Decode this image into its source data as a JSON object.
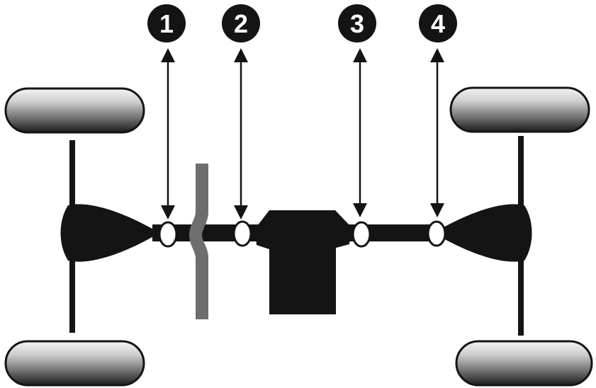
{
  "diagram": {
    "callouts": [
      {
        "number": "1"
      },
      {
        "number": "2"
      },
      {
        "number": "3"
      },
      {
        "number": "4"
      }
    ],
    "colors": {
      "ink": "#141414",
      "tire_light": "#f2f2f2",
      "tire_mid": "#8c8c8c",
      "tire_dark": "#1a1a1a",
      "joint_fill": "#ffffff",
      "divider": "#6e6e6e"
    }
  }
}
